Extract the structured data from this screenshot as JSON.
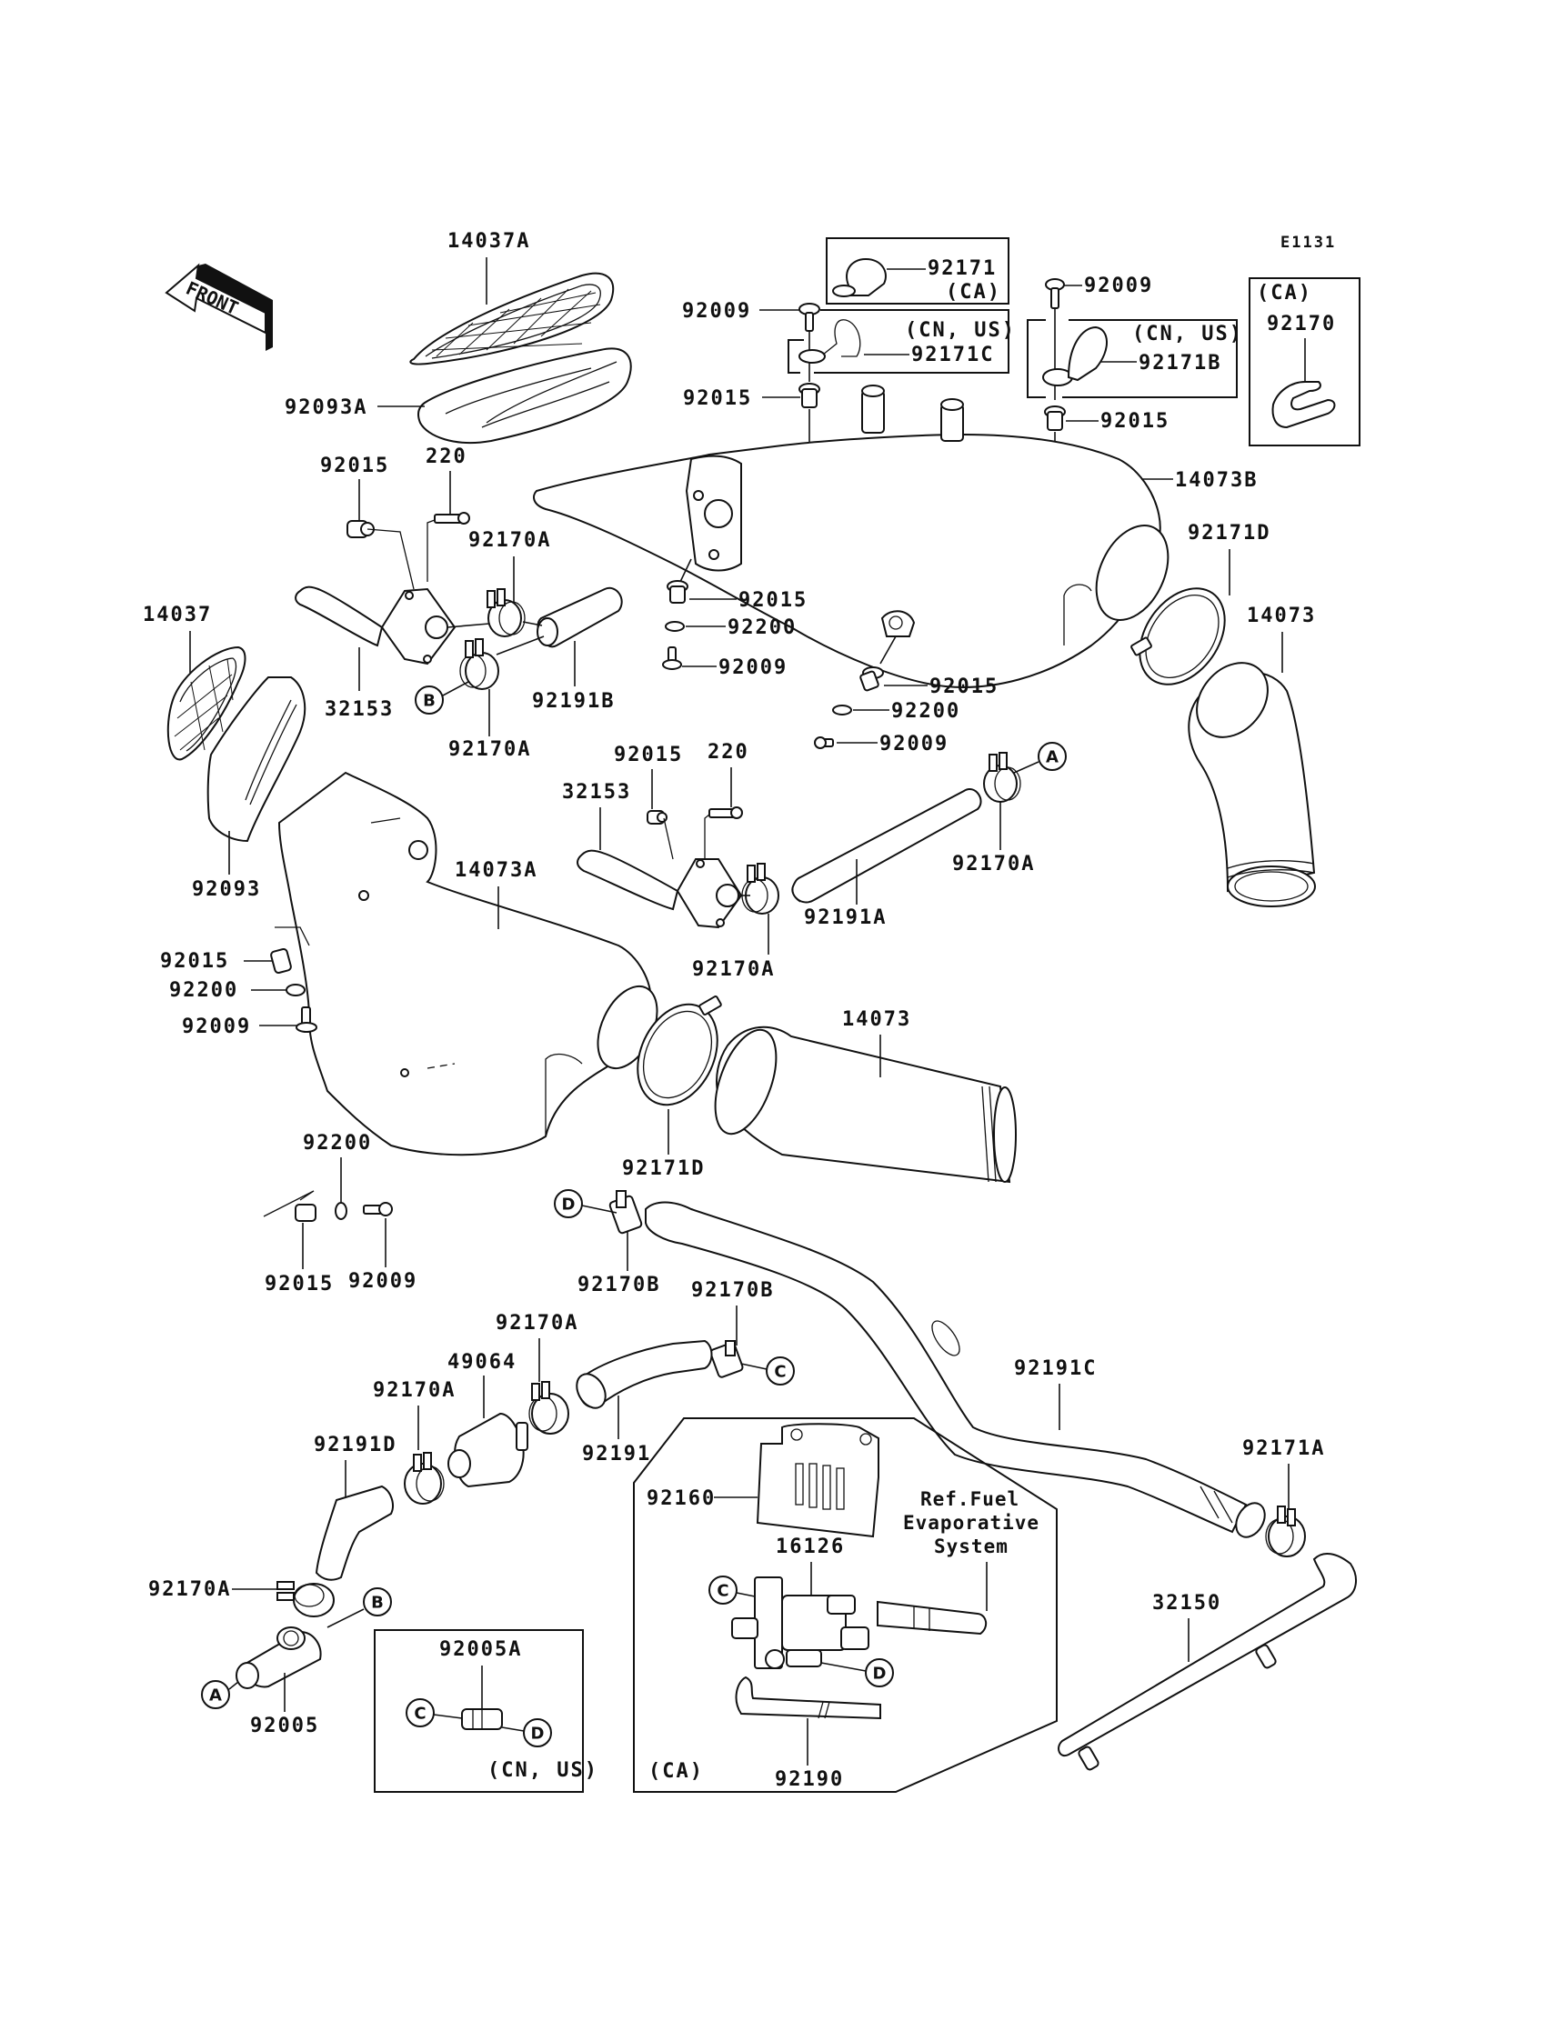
{
  "diagram": {
    "code": "E1131",
    "direction_marker": "FRONT",
    "labels": {
      "p14037A": "14037A",
      "p92093A": "92093A",
      "p92015_a": "92015",
      "p220_a": "220",
      "p92170A_a": "92170A",
      "p92170A_b": "92170A",
      "p92191B": "92191B",
      "p32153_a": "32153",
      "p14037": "14037",
      "p92093": "92093",
      "p14073A": "14073A",
      "p92015_b": "92015",
      "p92200_a": "92200",
      "p92009_a": "92009",
      "p92200_b": "92200",
      "p92015_c": "92015",
      "p92009_b": "92009",
      "p92171": "92171",
      "p92171_region": "(CA)",
      "p92009_c": "92009",
      "p92171C_region": "(CN, US)",
      "p92171C": "92171C",
      "p92015_d": "92015",
      "p92009_d": "92009",
      "p92171B_region": "(CN, US)",
      "p92171B": "92171B",
      "p92015_e": "92015",
      "p92170_region": "(CA)",
      "p92170": "92170",
      "p14073B": "14073B",
      "p92171D_a": "92171D",
      "p14073_a": "14073",
      "p92015_f": "92015",
      "p92200_c": "92200",
      "p92009_e": "92009",
      "p92015_g": "92015",
      "p92200_d": "92200",
      "p92009_f": "92009",
      "p92015_h": "92015",
      "p220_b": "220",
      "p32153_b": "32153",
      "p92170A_c": "92170A",
      "p92191A": "92191A",
      "p92170A_d": "92170A",
      "p14073_b": "14073",
      "p92171D_b": "92171D",
      "p92170B_a": "92170B",
      "p92170B_b": "92170B",
      "p92170A_e": "92170A",
      "p49064": "49064",
      "p92170A_f": "92170A",
      "p92191": "92191",
      "p92191D": "92191D",
      "p92170A_g": "92170A",
      "p92005": "92005",
      "p92005A": "92005A",
      "p92005A_region": "(CN, US)",
      "p92191C": "92191C",
      "p92171A": "92171A",
      "p32150": "32150",
      "p92160": "92160",
      "p16126": "16126",
      "p92190": "92190",
      "ca_box_region": "(CA)",
      "ref_line1": "Ref.Fuel",
      "ref_line2": "Evaporative",
      "ref_line3": "System"
    },
    "connectors": {
      "A": "A",
      "B": "B",
      "C": "C",
      "D": "D"
    }
  }
}
